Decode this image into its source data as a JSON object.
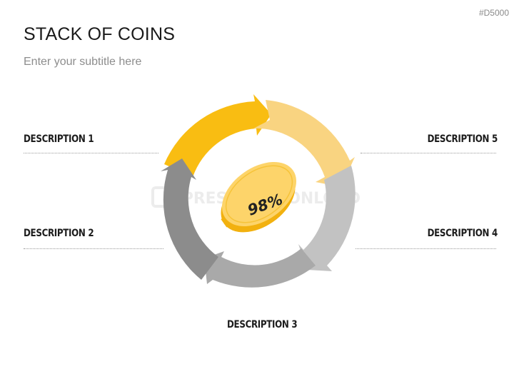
{
  "slide_id": "#D5000",
  "title": "STACK OF COINS",
  "subtitle": "Enter your subtitle here",
  "coin": {
    "value": "98%"
  },
  "watermark": "PRESENTATIONLOAD",
  "descriptions": [
    {
      "label": "DESCRIPTION 1"
    },
    {
      "label": "DESCRIPTION 2"
    },
    {
      "label": "DESCRIPTION 3"
    },
    {
      "label": "DESCRIPTION 4"
    },
    {
      "label": "DESCRIPTION 5"
    }
  ],
  "colors": {
    "arrow_1": "#f9bd12",
    "arrow_5": "#f9d481",
    "arrow_4": "#c2c2c2",
    "arrow_3": "#a9a9a9",
    "arrow_2": "#8c8c8c",
    "coin_face": "#fdd46a",
    "coin_edge": "#f2b10f"
  }
}
